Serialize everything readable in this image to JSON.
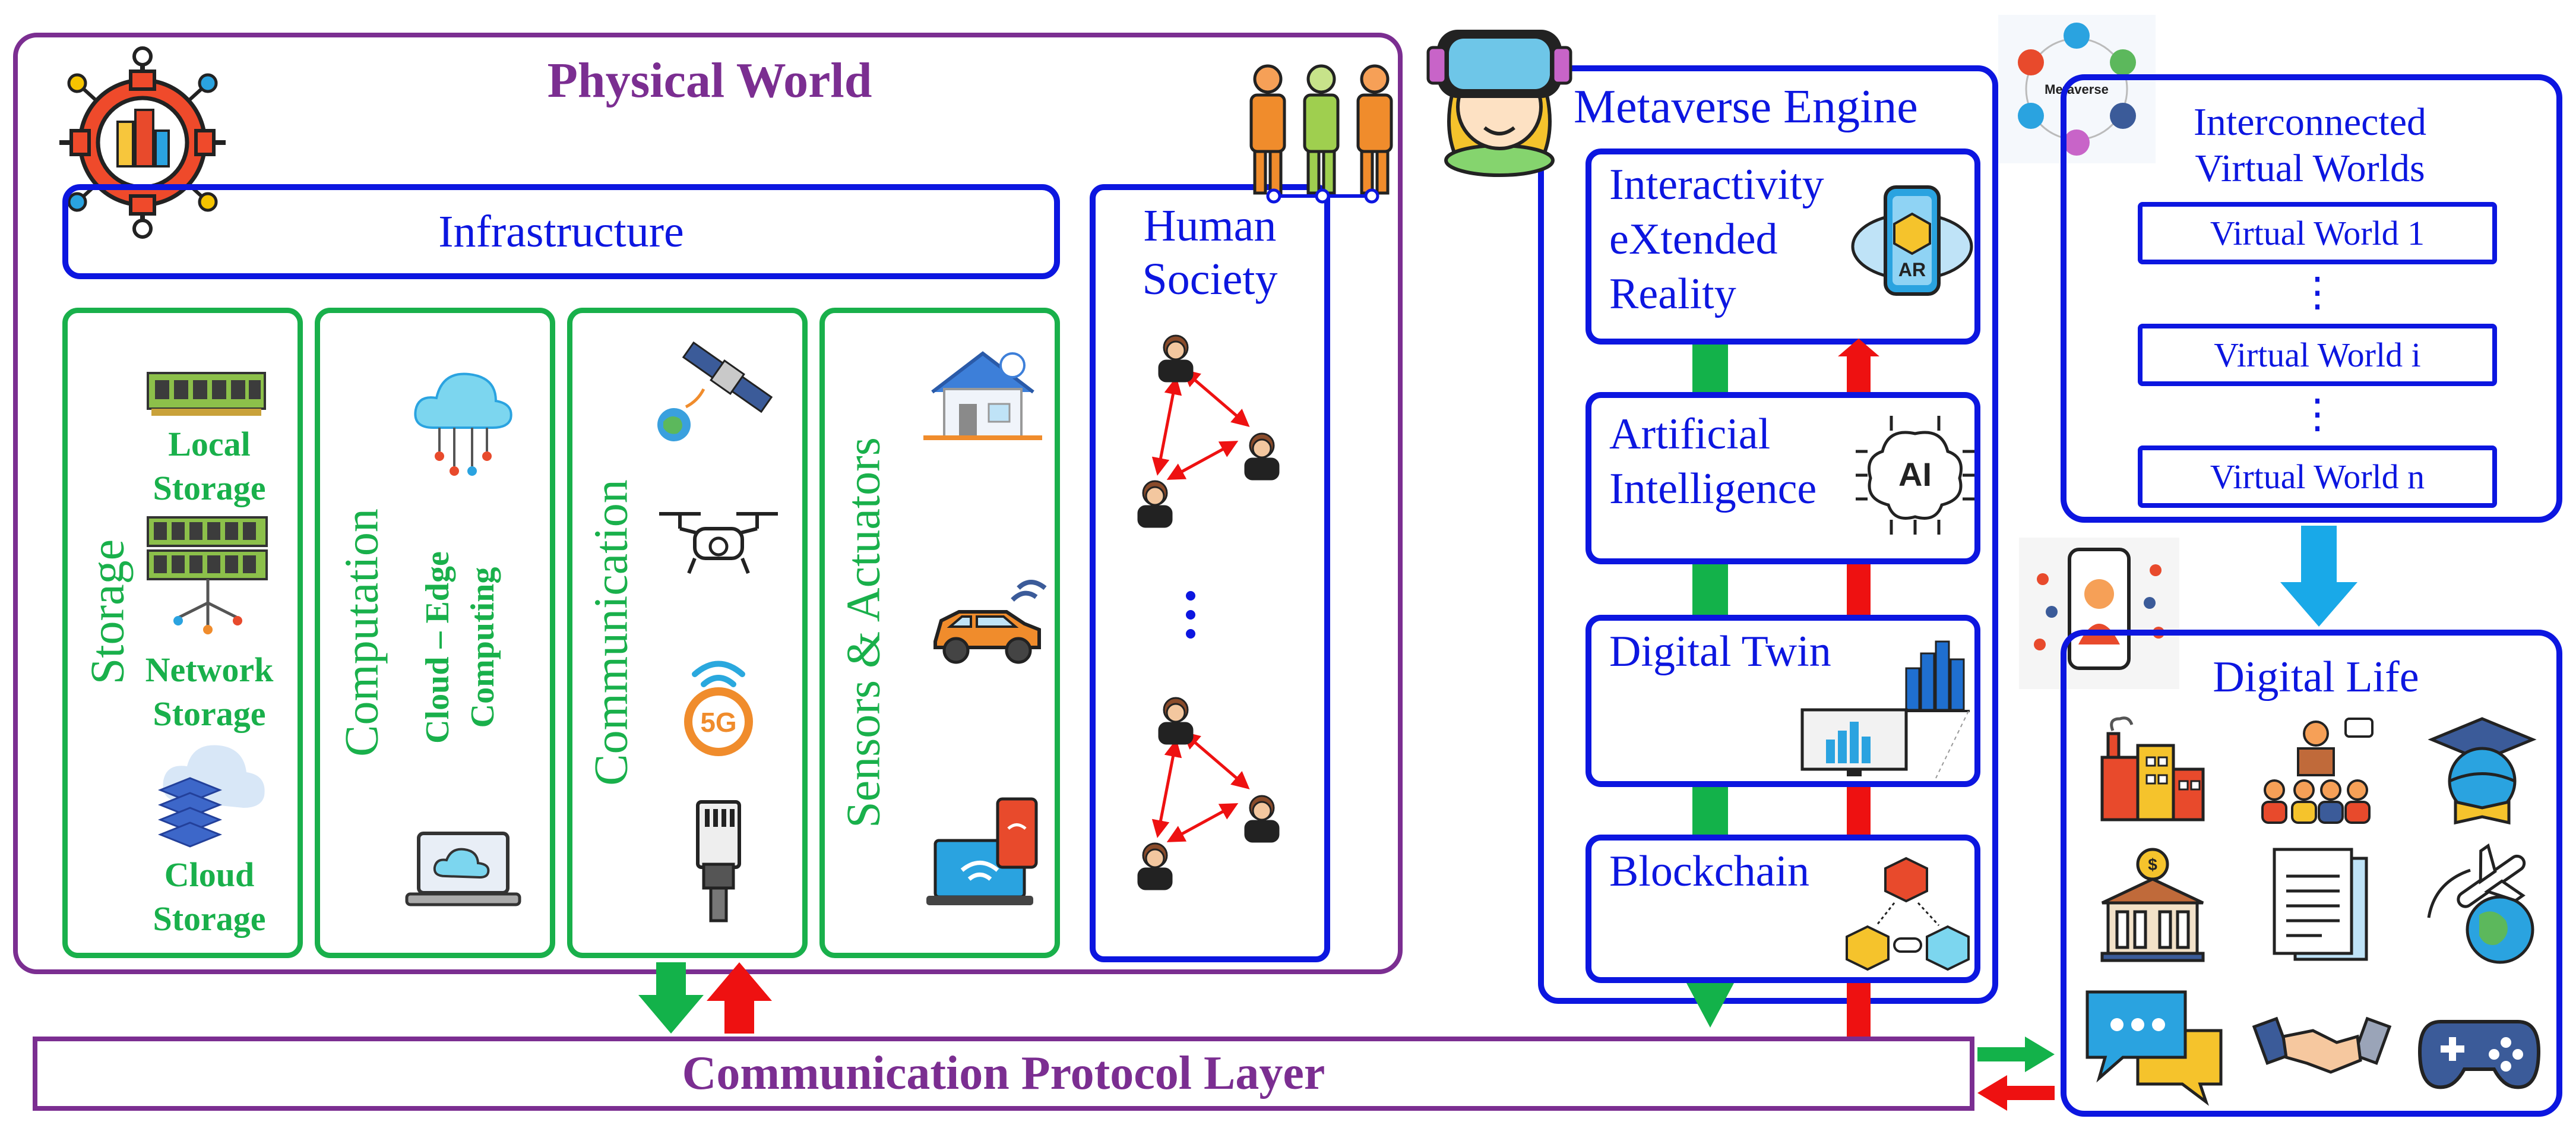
{
  "physical_world": {
    "title": "Physical World",
    "infrastructure_label": "Infrastructure",
    "storage": {
      "label": "Storage",
      "items": [
        "Local Storage",
        "Network Storage",
        "Cloud Storage"
      ]
    },
    "computation": {
      "label": "Computation",
      "sub_label": "Cloud – Edge Computing"
    },
    "communication": {
      "label": "Communication"
    },
    "sensors": {
      "label": "Sensors & Actuators"
    },
    "human_society": {
      "label": "Human Society"
    }
  },
  "protocol_layer": {
    "label": "Communication Protocol Layer"
  },
  "metaverse_engine": {
    "title": "Metaverse Engine",
    "modules": [
      "Interactivity eXtended Reality",
      "Artificial Intelligence",
      "Digital Twin",
      "Blockchain"
    ]
  },
  "virtual_worlds": {
    "title": "Interconnected Virtual Worlds",
    "worlds": [
      "Virtual World 1",
      "Virtual World i",
      "Virtual World n"
    ],
    "dots": "⋮"
  },
  "metaverse_logo_label": "Metaverse",
  "digital_life": {
    "title": "Digital Life"
  },
  "icons": {
    "gear": "gear-city-icon",
    "ar_label": "AR",
    "ai_label": "AI",
    "fiveg_label": "5G"
  },
  "colors": {
    "purple": "#7b2e91",
    "blue": "#0c16e0",
    "green": "#19b04b",
    "arrow_green": "#13b24a",
    "arrow_red": "#ee1111",
    "arrow_cyan": "#19a9e8"
  }
}
